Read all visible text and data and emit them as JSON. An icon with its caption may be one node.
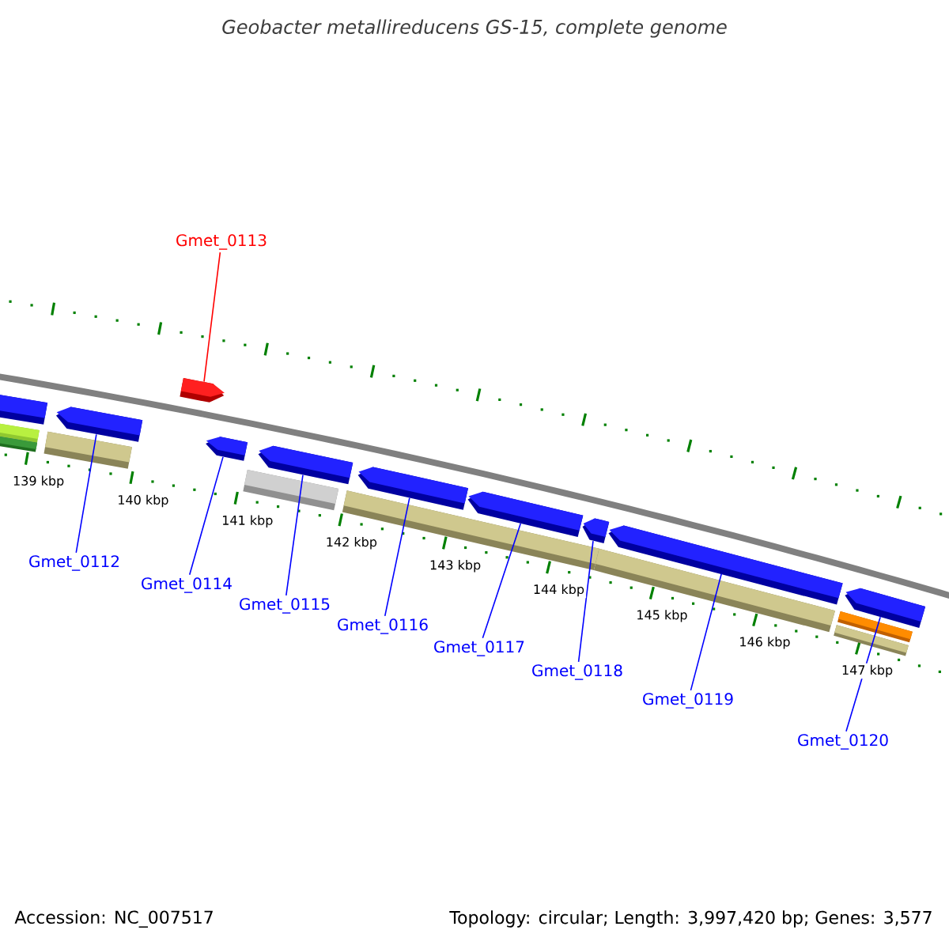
{
  "diagram": {
    "title": "Geobacter metallireducens GS-15, complete genome",
    "nodes": [
      {
        "text": [
          "Gmet_0112"
        ]
      },
      {
        "text": [
          "Gmet_0113"
        ]
      },
      {
        "text": [
          "Gmet_0114"
        ]
      },
      {
        "text": [
          "Gmet_0115"
        ]
      },
      {
        "text": [
          "Gmet_0116"
        ]
      },
      {
        "text": [
          "Gmet_0117"
        ]
      },
      {
        "text": [
          "Gmet_0118"
        ]
      },
      {
        "text": [
          "Gmet_0119"
        ]
      },
      {
        "text": [
          "Gmet_0120"
        ]
      },
      {
        "text": [],
        "shape": "arrow"
      },
      {
        "text": [],
        "shape": "arrow"
      },
      {
        "text": [],
        "shape": "arrow"
      },
      {
        "text": [],
        "shape": "arrow"
      },
      {
        "text": [],
        "shape": "arrow"
      },
      {
        "text": [],
        "shape": "arrow"
      },
      {
        "text": [],
        "shape": "arrow"
      },
      {
        "text": [],
        "shape": "arrow"
      },
      {
        "text": [],
        "shape": "arrow"
      }
    ],
    "edges": [
      {
        "from": 0,
        "to": 9,
        "arrow": "none"
      },
      {
        "from": 1,
        "to": 10,
        "arrow": "none",
        "color": "#ff0000"
      },
      {
        "from": 2,
        "to": 11,
        "arrow": "none"
      },
      {
        "from": 3,
        "to": 12,
        "arrow": "none"
      },
      {
        "from": 4,
        "to": 13,
        "arrow": "none"
      },
      {
        "from": 5,
        "to": 14,
        "arrow": "none"
      },
      {
        "from": 6,
        "to": 15,
        "arrow": "none"
      },
      {
        "from": 7,
        "to": 16,
        "arrow": "none"
      },
      {
        "from": 8,
        "to": 17,
        "arrow": "none"
      }
    ],
    "labels": [
      "139 kbp",
      "140 kbp",
      "141 kbp",
      "142 kbp",
      "143 kbp",
      "144 kbp",
      "145 kbp",
      "146 kbp",
      "147 kbp",
      "Accession: NC_007517",
      "Topology: circular; Length: 3,997,420 bp; Genes: 3,577"
    ]
  }
}
